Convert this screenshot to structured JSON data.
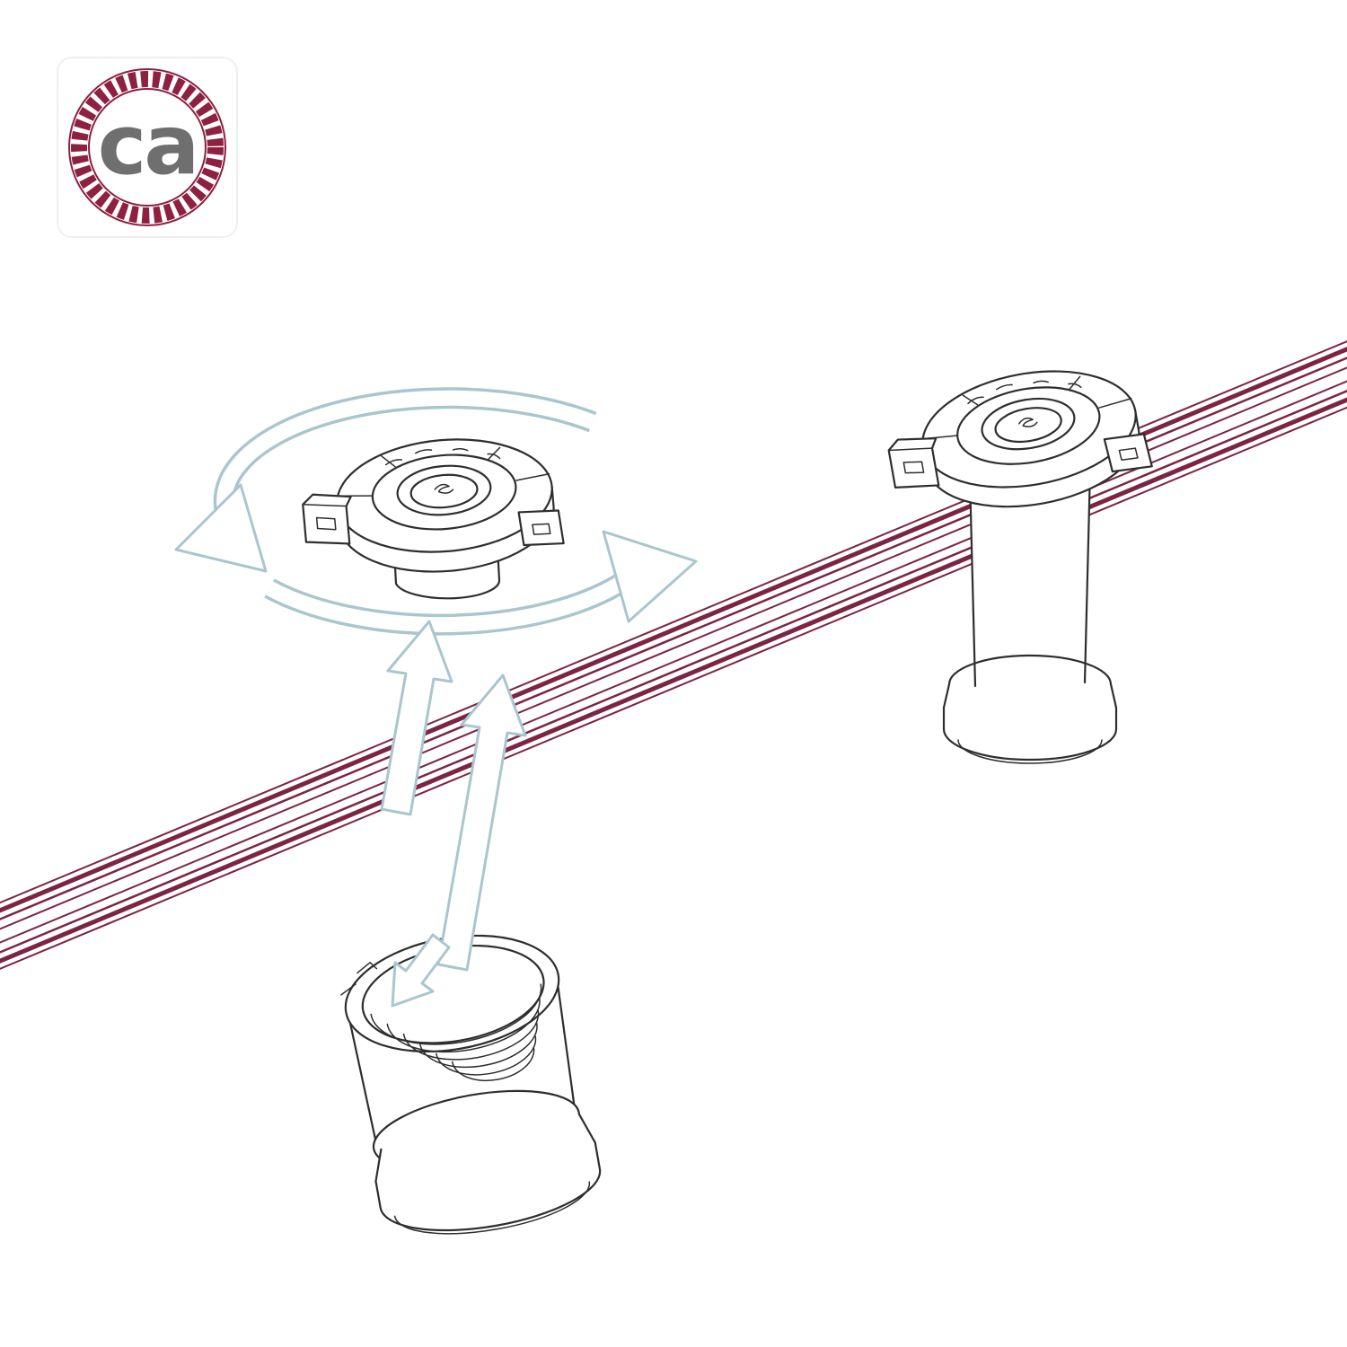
{
  "logo": {
    "text": "ca"
  },
  "colors": {
    "ink": "#2e2e2e",
    "cable": "#7b2543",
    "arrow": "#a9c6cf",
    "logo-ring": "#8e2040",
    "logo-text": "#6f6f6f"
  },
  "diagram": {
    "icons": [
      "rotation-arrows-icon",
      "insert-arrow-up-icon",
      "insert-arrow-up-icon",
      "press-arrow-icon"
    ],
    "parts": [
      "flat-string-light-cable",
      "ring-nut",
      "assembled-lamp-holder",
      "threaded-lamp-holder-socket"
    ]
  }
}
